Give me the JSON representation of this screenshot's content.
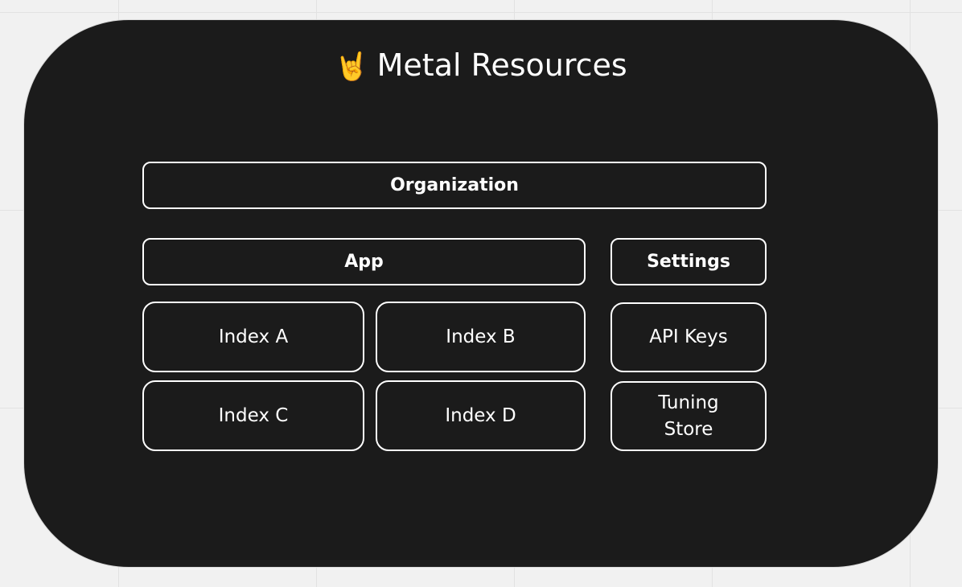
{
  "title": {
    "icon": "sign-of-the-horns-emoji",
    "glyph": "🤘",
    "text": "Metal Resources"
  },
  "nodes": {
    "organization": "Organization",
    "app": "App",
    "settings": "Settings",
    "index_a": "Index A",
    "index_b": "Index B",
    "index_c": "Index C",
    "index_d": "Index D",
    "api_keys": "API Keys",
    "tuning_store": "Tuning\nStore"
  },
  "colors": {
    "panel": "#1b1b1b",
    "border": "#ffffff",
    "text": "#ffffff",
    "canvas": "#f1f1f1"
  }
}
